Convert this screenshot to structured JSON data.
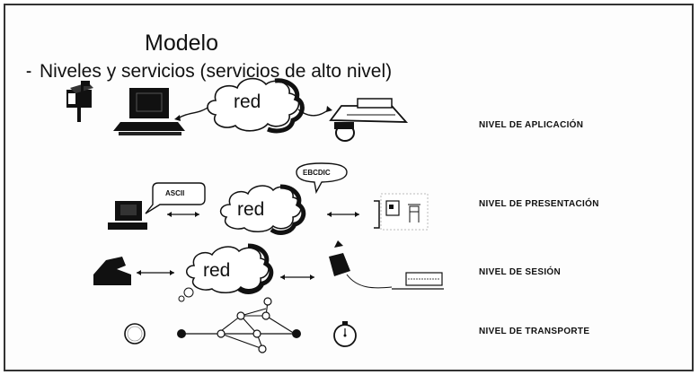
{
  "slide": {
    "title": "Modelo",
    "bullet_mark": "⁃",
    "bullet": "Niveles y servicios (servicios de alto nivel)"
  },
  "layers": [
    {
      "label": "NIVEL DE APLICACIÓN",
      "cloud": "red"
    },
    {
      "label": "NIVEL DE PRESENTACIÓN",
      "cloud": "red",
      "left_bubble": "ASCII",
      "right_bubble": "EBCDIC"
    },
    {
      "label": "NIVEL DE SESIÓN",
      "cloud": "red"
    },
    {
      "label": "NIVEL DE TRANSPORTE"
    }
  ],
  "icons": [
    "mailbox-icon",
    "computer-icon",
    "telephone-icon",
    "printer-icon",
    "hand-icon",
    "bell-icon",
    "clock-icon",
    "stopwatch-icon"
  ]
}
